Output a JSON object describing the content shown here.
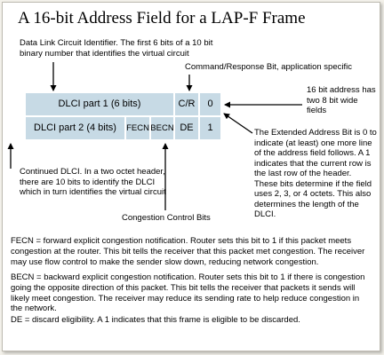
{
  "title": "A 16-bit Address Field for a LAP-F Frame",
  "notes": {
    "dlci_identifier": "Data Link Circuit Identifier. The first 6 bits of a 10 bit binary number that identifies the virtual circuit",
    "cr_bit": "Command/Response Bit, application specific",
    "sixteen_bit": "16 bit address has two 8 bit wide fields",
    "ea_bit": "The Extended Address Bit is 0 to indicate (at least) one more line of the address field follows. A 1 indicates that the current row is the last row of the header. These bits determine if the field uses 2, 3, or 4 octets. This also determines the length of the DLCI.",
    "continued_dlci": "Continued DLCI. In a two octet header, there are 10 bits to identify the DLCI which in turn identifies the virtual circuit",
    "congestion": "Congestion Control Bits"
  },
  "row1": {
    "dlci": "DLCI part 1 (6 bits)",
    "cr": "C/R",
    "ea": "0"
  },
  "row2": {
    "dlci": "DLCI part 2 (4 bits)",
    "fecn": "FECN",
    "becn": "BECN",
    "de": "DE",
    "ea": "1"
  },
  "legend": {
    "fecn": "FECN = forward explicit congestion notification. Router sets this bit to 1 if this packet meets congestion at the router. This bit tells the receiver that this packet met congestion. The receiver may use flow control to make the sender slow down, reducing network congestion.",
    "becn": "BECN = backward explicit congestion notification. Router sets this bit to 1 if there is congestion going the opposite direction of this packet. This bit tells the receiver that packets it sends will likely meet congestion. The receiver may reduce its sending rate to help reduce congestion in the network.",
    "de": "DE = discard eligibility. A 1 indicates that this frame is eligible to be discarded."
  },
  "colors": {
    "cell_fill": "#c7dae5",
    "background": "#f3f1ea",
    "panel": "#ffffff"
  }
}
